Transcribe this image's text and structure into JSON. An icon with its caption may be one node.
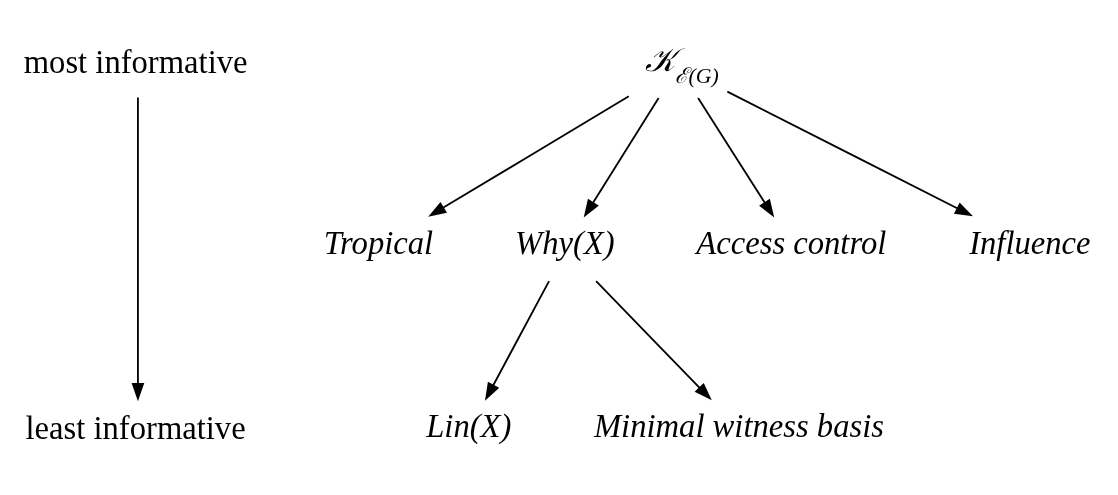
{
  "diagram": {
    "nodes": [
      {
        "text": [
          "most informative"
        ]
      },
      {
        "text": [
          "least informative"
        ]
      },
      {
        "text": [
          "𝒦$_{ℰ(G)}$"
        ]
      },
      {
        "text": [
          "Tropical"
        ]
      },
      {
        "text": [
          "Why(X)"
        ]
      },
      {
        "text": [
          "Access control"
        ]
      },
      {
        "text": [
          "Influence"
        ]
      },
      {
        "text": [
          "Lin(X)"
        ]
      },
      {
        "text": [
          "Minimal witness basis"
        ]
      }
    ],
    "edges": [
      {
        "from": 0,
        "to": 1,
        "arrow": "to"
      },
      {
        "from": 2,
        "to": 3,
        "arrow": "to"
      },
      {
        "from": 2,
        "to": 4,
        "arrow": "to"
      },
      {
        "from": 2,
        "to": 5,
        "arrow": "to"
      },
      {
        "from": 2,
        "to": 6,
        "arrow": "to"
      },
      {
        "from": 4,
        "to": 7,
        "arrow": "to"
      },
      {
        "from": 4,
        "to": 8,
        "arrow": "to"
      }
    ]
  }
}
